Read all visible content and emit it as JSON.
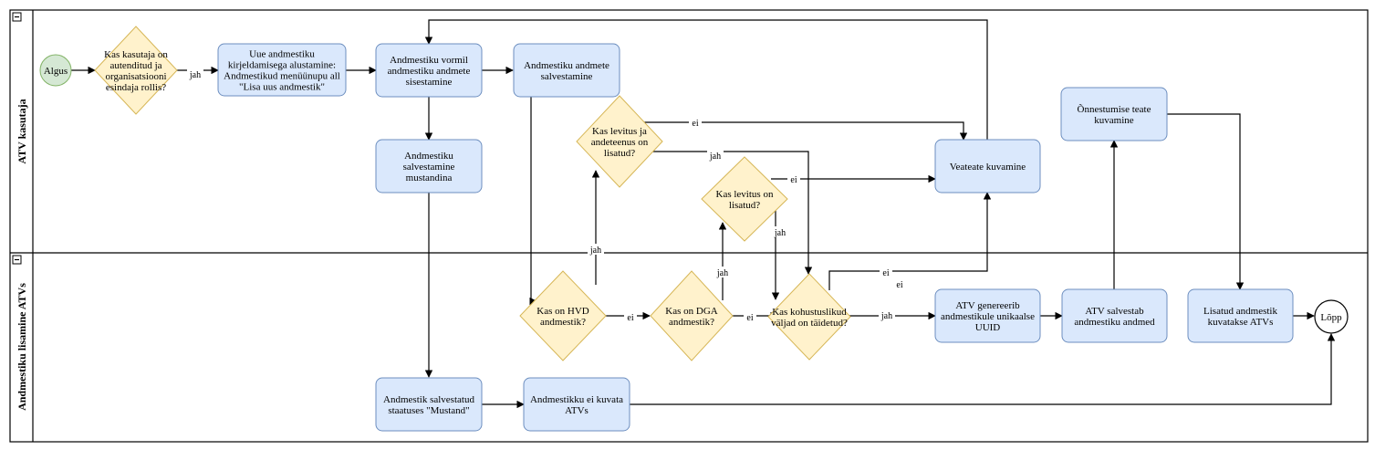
{
  "lanes": {
    "lane_top": "ATV kasutaja",
    "lane_bottom": "Andmestiku lisamine ATVs"
  },
  "events": {
    "start": "Algus",
    "end": "Lõpp"
  },
  "gateways": {
    "gw_auth": [
      "Kas kasutaja on",
      "autenditud ja",
      "organisatsiooni",
      "esindaja rollis?"
    ],
    "gw_hvd": [
      "Kas on HVD",
      "andmestik?"
    ],
    "gw_dga": [
      "Kas on DGA",
      "andmestik?"
    ],
    "gw_levitus_andeteenus": [
      "Kas levitus ja",
      "andeteenus on",
      "lisatud?"
    ],
    "gw_levitus": [
      "Kas levitus on",
      "lisatud?"
    ],
    "gw_kohustuslikud": [
      "Kas kohustuslikud",
      "väljad on täidetud?"
    ]
  },
  "tasks": {
    "t_start_desc": [
      "Uue andmestiku",
      "kirjeldamisega alustamine:",
      "Andmestikud menüünupu all",
      "\"Lisa uus andmestik\""
    ],
    "t_form_input": [
      "Andmestiku vormil",
      "andmestiku andmete",
      "sisestamine"
    ],
    "t_save": [
      "Andmestiku andmete",
      "salvestamine"
    ],
    "t_save_draft": [
      "Andmestiku",
      "salvestamine",
      "mustandina"
    ],
    "t_success": [
      "Õnnestumise teate",
      "kuvamine"
    ],
    "t_errors": [
      "Veateate kuvamine"
    ],
    "t_uuid": [
      "ATV genereerib",
      "andmestikule unikaalse",
      "UUID"
    ],
    "t_atv_save": [
      "ATV salvestab",
      "andmestiku andmed"
    ],
    "t_shown": [
      "Lisatud andmestik",
      "kuvatakse ATVs"
    ],
    "t_draft_status": [
      "Andmestik salvestatud",
      "staatuses \"Mustand\""
    ],
    "t_not_shown": [
      "Andmestikku ei kuvata",
      "ATVs"
    ]
  },
  "edge_labels": {
    "auth_yes": "jah",
    "hvd_yes": "jah",
    "hvd_no": "ei",
    "dga_yes": "jah",
    "dga_no": "ei",
    "lev_and_no": "ei",
    "lev_and_yes": "jah",
    "lev_no": "ei",
    "lev_yes": "jah",
    "koh_no_a": "ei",
    "koh_no_b": "ei",
    "koh_yes": "jah"
  }
}
